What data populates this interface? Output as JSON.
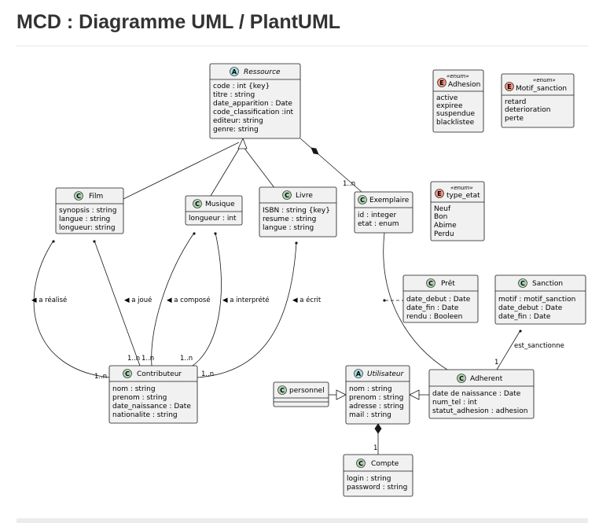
{
  "page": {
    "title": "MCD : Diagramme UML / PlantUML"
  },
  "palette": {
    "class_spot": "#ADD1B2",
    "abstract_spot": "#A9DCDF",
    "enum_spot": "#EB937F",
    "box_fill": "#F1F1F1",
    "line": "#181818"
  },
  "classes": {
    "ressource": {
      "name": "Ressource",
      "kind": "abstract",
      "spot": "A",
      "attributes": [
        "code : int {key}",
        "titre : string",
        "date_apparition : Date",
        "code_classification :int",
        "editeur: string",
        "genre: string"
      ]
    },
    "film": {
      "name": "Film",
      "kind": "class",
      "spot": "C",
      "attributes": [
        "synopsis : string",
        "langue : string",
        "longueur: string"
      ]
    },
    "musique": {
      "name": "Musique",
      "kind": "class",
      "spot": "C",
      "attributes": [
        "longueur : int"
      ]
    },
    "livre": {
      "name": "Livre",
      "kind": "class",
      "spot": "C",
      "attributes": [
        "ISBN : string {key}",
        "resume : string",
        "langue : string"
      ]
    },
    "exemplaire": {
      "name": "Exemplaire",
      "kind": "class",
      "spot": "C",
      "attributes": [
        "id : integer",
        "etat : enum"
      ]
    },
    "pret": {
      "name": "Prêt",
      "kind": "class",
      "spot": "C",
      "attributes": [
        "date_debut : Date",
        "date_fin : Date",
        "rendu : Booleen"
      ]
    },
    "sanction": {
      "name": "Sanction",
      "kind": "class",
      "spot": "C",
      "attributes": [
        "motif : motif_sanction",
        "date_debut : Date",
        "date_fin : Date"
      ]
    },
    "contributeur": {
      "name": "Contributeur",
      "kind": "class",
      "spot": "C",
      "attributes": [
        "nom : string",
        "prenom : string",
        "date_naissance : Date",
        "nationalite : string"
      ]
    },
    "personnel": {
      "name": "personnel",
      "kind": "class",
      "spot": "C",
      "attributes": []
    },
    "utilisateur": {
      "name": "Utilisateur",
      "kind": "abstract",
      "spot": "A",
      "attributes": [
        "nom : string",
        "prenom : string",
        "adresse : string",
        "mail : string"
      ]
    },
    "adherent": {
      "name": "Adherent",
      "kind": "class",
      "spot": "C",
      "attributes": [
        "date de naissance : Date",
        "num_tel : int",
        "statut_adhesion : adhesion"
      ]
    },
    "compte": {
      "name": "Compte",
      "kind": "class",
      "spot": "C",
      "attributes": [
        "login : string",
        "password : string"
      ]
    }
  },
  "enums": {
    "adhesion": {
      "stereotype": "«enum»",
      "name": "Adhesion",
      "spot": "E",
      "values": [
        "active",
        "expiree",
        "suspendue",
        "blacklistee"
      ]
    },
    "motif_sanction": {
      "stereotype": "«enum»",
      "name": "Motif_sanction",
      "spot": "E",
      "values": [
        "retard",
        "deterioration",
        "perte"
      ]
    },
    "type_etat": {
      "stereotype": "«enum»",
      "name": "type_etat",
      "spot": "E",
      "values": [
        "Neuf",
        "Bon",
        "Abime",
        "Perdu"
      ]
    }
  },
  "associations": {
    "a_realise": {
      "label": "a réalisé",
      "direction": "◀",
      "target_mult": "1..n"
    },
    "a_joue": {
      "label": "a joué",
      "direction": "◀",
      "target_mult": "1..n"
    },
    "a_compose": {
      "label": "a composé",
      "direction": "◀",
      "target_mult": "1..n"
    },
    "a_interprete": {
      "label": "a interprété",
      "direction": "◀",
      "target_mult": "1..n"
    },
    "a_ecrit": {
      "label": "a écrit",
      "direction": "◀",
      "target_mult": "1..n"
    },
    "ressource_exemplaire": {
      "target_mult": "1..n"
    },
    "est_sanctionne": {
      "label": "est_sanctionne",
      "target_mult": "1"
    },
    "utilisateur_compte": {
      "target_mult": "1"
    }
  }
}
